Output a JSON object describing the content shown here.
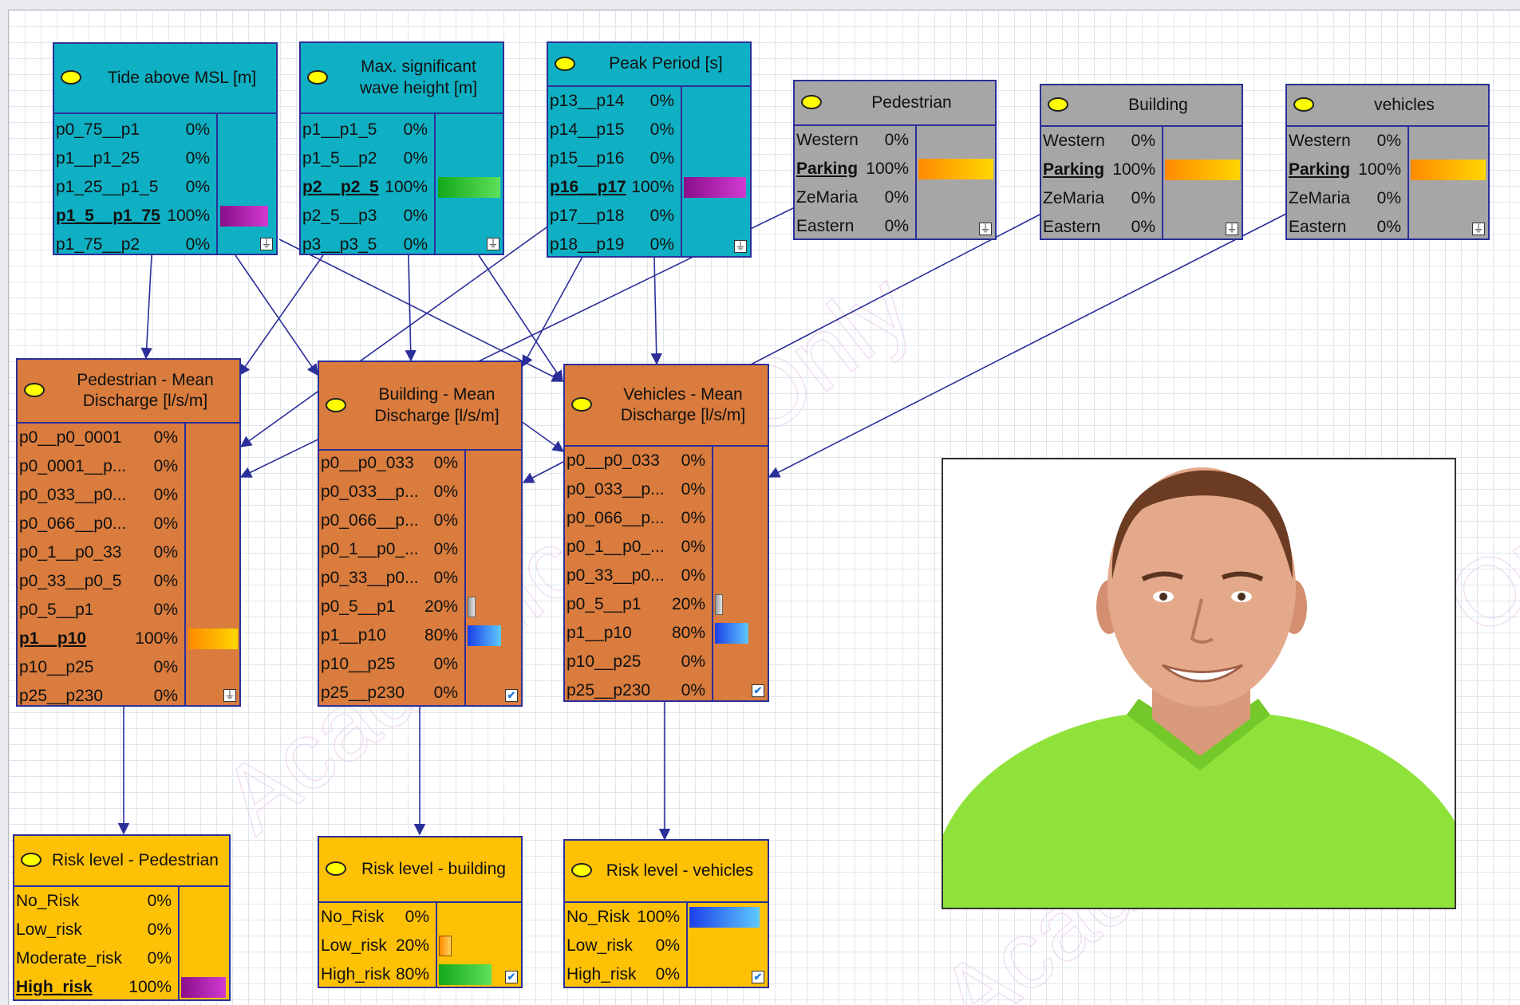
{
  "nodes": {
    "tide": {
      "title": "Tide above MSL [m]",
      "rows": [
        {
          "label": "p0_75__p1",
          "pct": "0%"
        },
        {
          "label": "p1__p1_25",
          "pct": "0%"
        },
        {
          "label": "p1_25__p1_5",
          "pct": "0%"
        },
        {
          "label": "p1_5__p1_75",
          "pct": "100%",
          "selected": true,
          "bar": 1.0,
          "color": "magenta"
        },
        {
          "label": "p1_75__p2",
          "pct": "0%"
        }
      ]
    },
    "wave": {
      "title": "Max. significant wave height [m]",
      "rows": [
        {
          "label": "p1__p1_5",
          "pct": "0%"
        },
        {
          "label": "p1_5__p2",
          "pct": "0%"
        },
        {
          "label": "p2__p2_5",
          "pct": "100%",
          "selected": true,
          "bar": 1.0,
          "color": "green"
        },
        {
          "label": "p2_5__p3",
          "pct": "0%"
        },
        {
          "label": "p3__p3_5",
          "pct": "0%"
        }
      ]
    },
    "peak": {
      "title": "Peak Period [s]",
      "rows": [
        {
          "label": "p13__p14",
          "pct": "0%"
        },
        {
          "label": "p14__p15",
          "pct": "0%"
        },
        {
          "label": "p15__p16",
          "pct": "0%"
        },
        {
          "label": "p16__p17",
          "pct": "100%",
          "selected": true,
          "bar": 1.0,
          "color": "magenta"
        },
        {
          "label": "p17__p18",
          "pct": "0%"
        },
        {
          "label": "p18__p19",
          "pct": "0%"
        }
      ]
    },
    "pedestrian": {
      "title": "Pedestrian",
      "rows": [
        {
          "label": "Western",
          "pct": "0%"
        },
        {
          "label": "Parking",
          "pct": "100%",
          "selected": true,
          "bar": 1.0,
          "color": "orangeg"
        },
        {
          "label": "ZeMaria",
          "pct": "0%"
        },
        {
          "label": "Eastern",
          "pct": "0%"
        }
      ]
    },
    "building": {
      "title": "Building",
      "rows": [
        {
          "label": "Western",
          "pct": "0%"
        },
        {
          "label": "Parking",
          "pct": "100%",
          "selected": true,
          "bar": 1.0,
          "color": "orangeg"
        },
        {
          "label": "ZeMaria",
          "pct": "0%"
        },
        {
          "label": "Eastern",
          "pct": "0%"
        }
      ]
    },
    "vehicles": {
      "title": "vehicles",
      "rows": [
        {
          "label": "Western",
          "pct": "0%"
        },
        {
          "label": "Parking",
          "pct": "100%",
          "selected": true,
          "bar": 1.0,
          "color": "orangeg"
        },
        {
          "label": "ZeMaria",
          "pct": "0%"
        },
        {
          "label": "Eastern",
          "pct": "0%"
        }
      ]
    },
    "ped_mean": {
      "title": "Pedestrian - Mean Discharge [l/s/m]",
      "rows": [
        {
          "label": "p0__p0_0001",
          "pct": "0%"
        },
        {
          "label": "p0_0001__p...",
          "pct": "0%"
        },
        {
          "label": "p0_033__p0...",
          "pct": "0%"
        },
        {
          "label": "p0_066__p0...",
          "pct": "0%"
        },
        {
          "label": "p0_1__p0_33",
          "pct": "0%"
        },
        {
          "label": "p0_33__p0_5",
          "pct": "0%"
        },
        {
          "label": "p0_5__p1",
          "pct": "0%"
        },
        {
          "label": "p1__p10",
          "pct": "100%",
          "selected": true,
          "bar": 1.0,
          "color": "orangeg"
        },
        {
          "label": "p10__p25",
          "pct": "0%"
        },
        {
          "label": "p25__p230",
          "pct": "0%"
        }
      ]
    },
    "bld_mean": {
      "title": "Building - Mean Discharge [l/s/m]",
      "rows": [
        {
          "label": "p0__p0_033",
          "pct": "0%"
        },
        {
          "label": "p0_033__p...",
          "pct": "0%"
        },
        {
          "label": "p0_066__p...",
          "pct": "0%"
        },
        {
          "label": "p0_1__p0_...",
          "pct": "0%"
        },
        {
          "label": "p0_33__p0...",
          "pct": "0%"
        },
        {
          "label": "p0_5__p1",
          "pct": "20%",
          "bar": 0.2,
          "color": "gray"
        },
        {
          "label": "p1__p10",
          "pct": "80%",
          "bar": 0.8,
          "color": "blue"
        },
        {
          "label": "p10__p25",
          "pct": "0%"
        },
        {
          "label": "p25__p230",
          "pct": "0%"
        }
      ]
    },
    "veh_mean": {
      "title": "Vehicles - Mean Discharge [l/s/m]",
      "rows": [
        {
          "label": "p0__p0_033",
          "pct": "0%"
        },
        {
          "label": "p0_033__p...",
          "pct": "0%"
        },
        {
          "label": "p0_066__p...",
          "pct": "0%"
        },
        {
          "label": "p0_1__p0_...",
          "pct": "0%"
        },
        {
          "label": "p0_33__p0...",
          "pct": "0%"
        },
        {
          "label": "p0_5__p1",
          "pct": "20%",
          "bar": 0.2,
          "color": "gray"
        },
        {
          "label": "p1__p10",
          "pct": "80%",
          "bar": 0.8,
          "color": "blue"
        },
        {
          "label": "p10__p25",
          "pct": "0%"
        },
        {
          "label": "p25__p230",
          "pct": "0%"
        }
      ]
    },
    "risk_ped": {
      "title": "Risk level - Pedestrian",
      "rows": [
        {
          "label": "No_Risk",
          "pct": "0%"
        },
        {
          "label": "Low_risk",
          "pct": "0%"
        },
        {
          "label": "Moderate_risk",
          "pct": "0%"
        },
        {
          "label": "High_risk",
          "pct": "100%",
          "selected": true,
          "bar": 1.0,
          "color": "magenta"
        }
      ]
    },
    "risk_bld": {
      "title": "Risk level - building",
      "rows": [
        {
          "label": "No_Risk",
          "pct": "0%"
        },
        {
          "label": "Low_risk",
          "pct": "20%",
          "bar": 0.2,
          "color": "orangesmall"
        },
        {
          "label": "High_risk",
          "pct": "80%",
          "bar": 0.8,
          "color": "green"
        }
      ]
    },
    "risk_veh": {
      "title": "Risk level - vehicles",
      "rows": [
        {
          "label": "No_Risk",
          "pct": "100%",
          "bar": 1.0,
          "color": "blue"
        },
        {
          "label": "Low_risk",
          "pct": "0%"
        },
        {
          "label": "High_risk",
          "pct": "0%"
        }
      ]
    }
  },
  "watermark_text": "Academic Use Only",
  "colors": {
    "node_border": "#2b2f9a",
    "cyan": "#0fb0c3",
    "gray": "#a6a6a6",
    "orange": "#d97c3d",
    "yellow": "#ffc105",
    "link": "#2b2f9a"
  }
}
